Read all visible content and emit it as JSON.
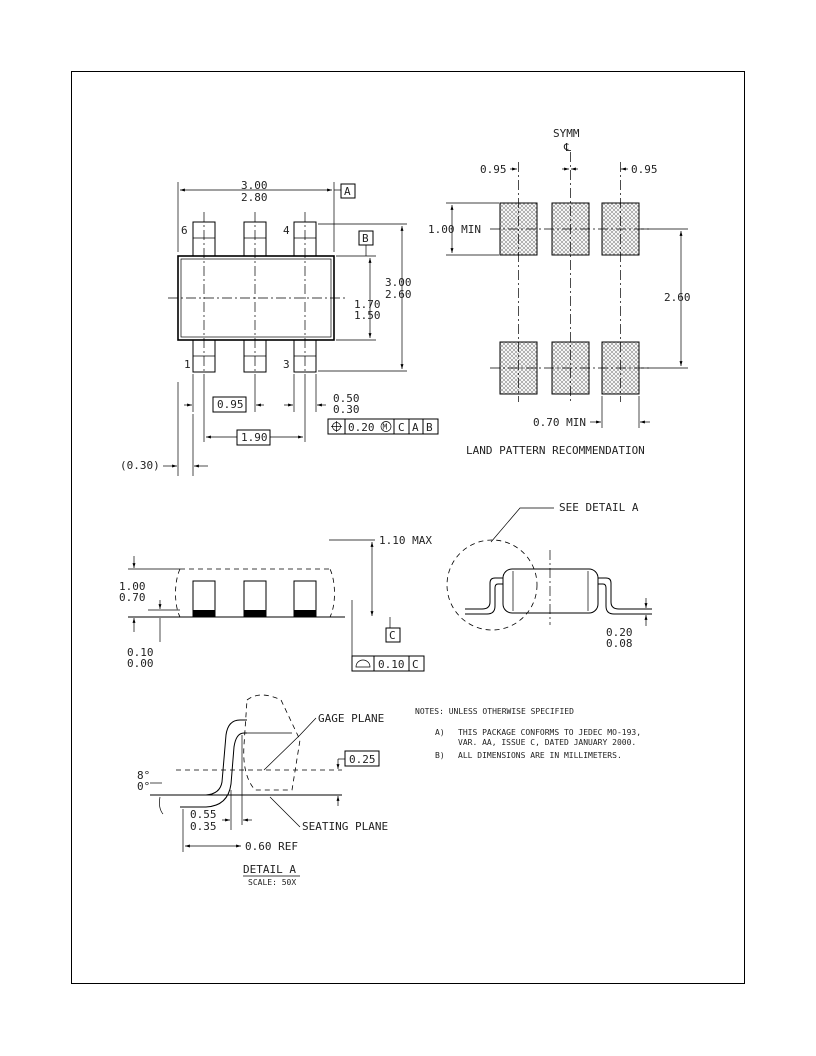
{
  "top_view": {
    "width_max": "3.00",
    "width_min": "2.80",
    "height_max": "3.00",
    "height_min": "2.60",
    "body_max": "1.70",
    "body_min": "1.50",
    "datum_a": "A",
    "datum_b": "B",
    "pin_6": "6",
    "pin_4": "4",
    "pin_1": "1",
    "pin_3": "3",
    "pitch": "0.95",
    "span": "1.90",
    "lead_max": "0.50",
    "lead_min": "0.30",
    "ref_offset": "(0.30)",
    "fcf": [
      "0.20",
      "M",
      "C",
      "A",
      "B"
    ]
  },
  "land_pattern": {
    "symm_label": "SYMM",
    "cl_symbol": "℄",
    "pitch_left": "0.95",
    "pitch_right": "0.95",
    "pad_len": "1.00  MIN",
    "row_span": "2.60",
    "pad_width": "0.70  MIN",
    "caption": "LAND  PATTERN  RECOMMENDATION"
  },
  "side_view": {
    "max_height": "1.10  MAX",
    "body_max": "1.00",
    "body_min": "0.70",
    "standoff_max": "0.10",
    "standoff_min": "0.00",
    "datum_c": "C",
    "fcf": [
      "0.10",
      "C"
    ]
  },
  "end_view": {
    "see_detail": "SEE  DETAIL  A",
    "thick_max": "0.20",
    "thick_min": "0.08"
  },
  "detail_a": {
    "gage_plane": "GAGE  PLANE",
    "seating_plane": "SEATING  PLANE",
    "gage_dim": "0.25",
    "angle_max": "8°",
    "angle_min": "0°",
    "foot_max": "0.55",
    "foot_min": "0.35",
    "foot_ref": "0.60  REF",
    "title": "DETAIL  A",
    "scale": "SCALE: 50X"
  },
  "notes": {
    "header": "NOTES:  UNLESS  OTHERWISE  SPECIFIED",
    "a_label": "A)",
    "a_line1": "THIS  PACKAGE  CONFORMS  TO  JEDEC  MO-193,",
    "a_line2": "VAR.  AA,  ISSUE  C,  DATED  JANUARY  2000.",
    "b_label": "B)",
    "b_line1": "ALL  DIMENSIONS  ARE  IN  MILLIMETERS."
  }
}
